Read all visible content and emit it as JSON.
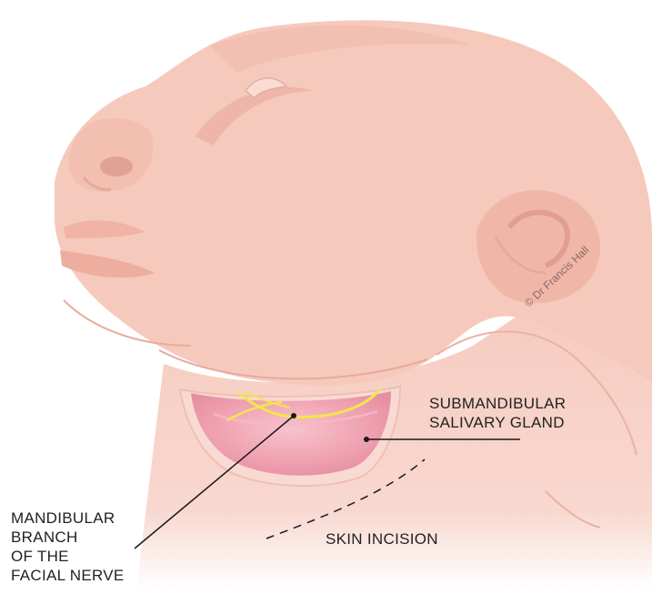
{
  "labels": {
    "gland": [
      "SUBMANDIBULAR",
      "SALIVARY GLAND"
    ],
    "nerve": [
      "MANDIBULAR",
      "BRANCH",
      "OF THE",
      "FACIAL NERVE"
    ],
    "incision": "SKIN INCISION"
  },
  "watermark": "© Dr Francis Hall",
  "colors": {
    "skin": "#f6c9bd",
    "skin_shadow": "#eab2a5",
    "gland": "#f2a6b5",
    "nerve": "#f2e74a",
    "leader_line": "#1a1a1a"
  }
}
